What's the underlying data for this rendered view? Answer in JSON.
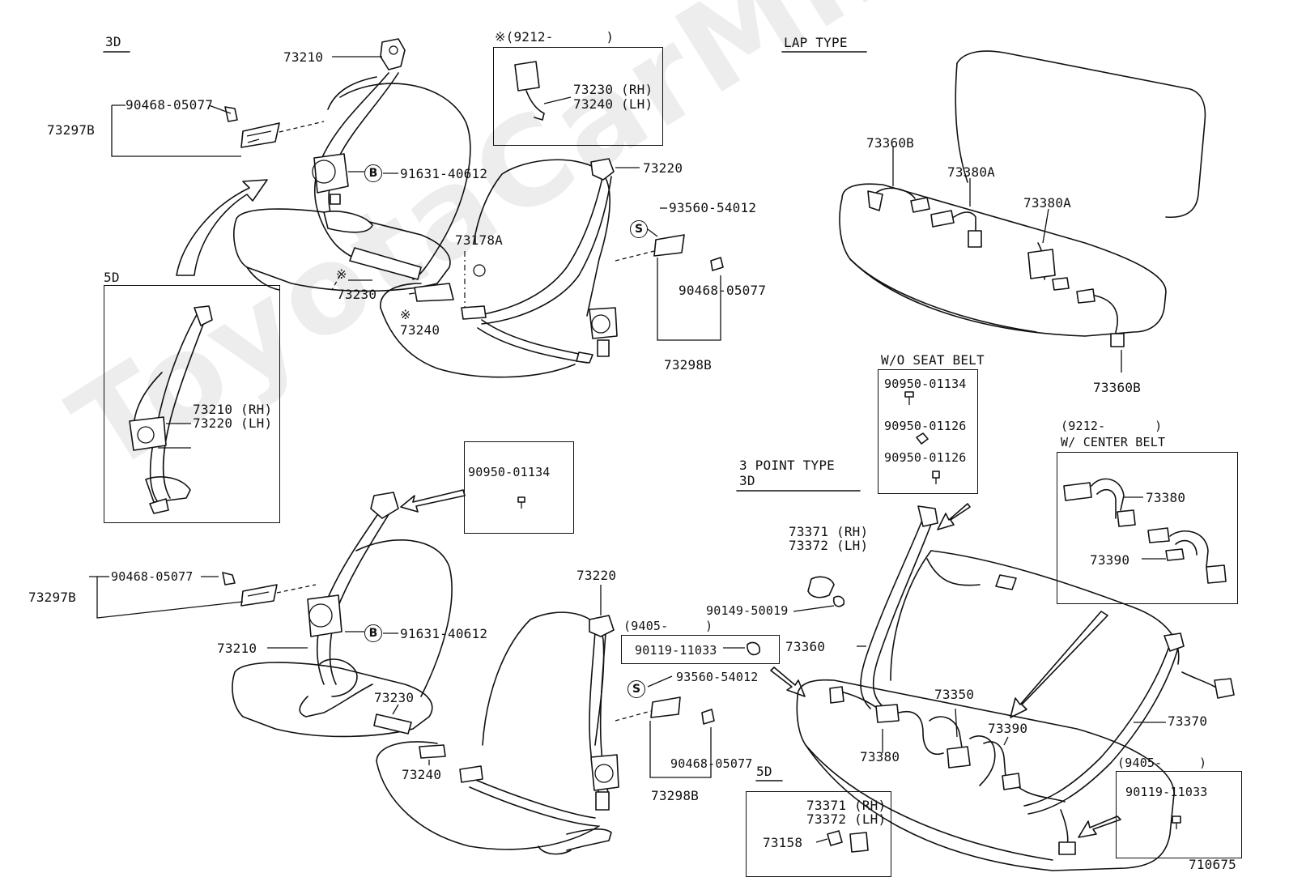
{
  "watermark": "ToyotaCarMine.ru",
  "diagram_id": "710675",
  "sections": {
    "top_left": "3D",
    "inset_5d": "5D",
    "lap_type": "LAP TYPE",
    "three_point": "3 POINT TYPE",
    "three_point_3d": "3D",
    "three_point_5d": "5D"
  },
  "mark_a": "※(9212-　　　　)",
  "labels": {
    "p73210_top": "73210",
    "p90468_a": "90468-05077",
    "p73297b_a": "73297B",
    "p91631_a": "91631-40612",
    "p73230_rh_lh_a": "73230 (RH)",
    "p73240_rh_lh_a": "73240 (LH)",
    "p73220_a": "73220",
    "p93560_a": "93560-54012",
    "p73178a": "73178A",
    "p90468_b": "90468-05077",
    "p73230_a": "73230",
    "p73240_a": "73240",
    "p73298b_a": "73298B",
    "p73210_rh": "73210 (RH)",
    "p73220_lh": "73220 (LH)",
    "p73360b_a": "73360B",
    "p73380a_a": "73380A",
    "p73380a_b": "73380A",
    "p73360b_b": "73360B",
    "wo_seat_belt": "W/O SEAT BELT",
    "p90950_01134_a": "90950-01134",
    "p90950_01126_a": "90950-01126",
    "p90950_01126_b": "90950-01126",
    "center_date": "(9212-　　　　)",
    "w_center_belt": "W/ CENTER BELT",
    "p73380": "73380",
    "p73390": "73390",
    "p90950_01134_b": "90950-01134",
    "p90468_c": "90468-05077",
    "p73297b_b": "73297B",
    "p91631_b": "91631-40612",
    "p73210_b": "73210",
    "p73230_b": "73230",
    "p73240_b": "73240",
    "p73220_b": "73220",
    "date_9405_a": "(9405-　　　)",
    "p90119_a": "90119-11033",
    "p93560_b": "93560-54012",
    "p90468_d": "90468-05077",
    "p73298b_b": "73298B",
    "p73371_rh_a": "73371 (RH)",
    "p73372_lh_a": "73372 (LH)",
    "p90149": "90149-50019",
    "p73360": "73360",
    "p73350": "73350",
    "p73390_b": "73390",
    "p73370": "73370",
    "p73380_b": "73380",
    "date_9405_b": "(9405-　　　)",
    "p90119_b": "90119-11033",
    "p73371_rh_b": "73371 (RH)",
    "p73372_lh_b": "73372 (LH)",
    "p73158": "73158",
    "mark_b": "※",
    "mark_c": "※",
    "circle_b": "B",
    "circle_s": "S"
  }
}
